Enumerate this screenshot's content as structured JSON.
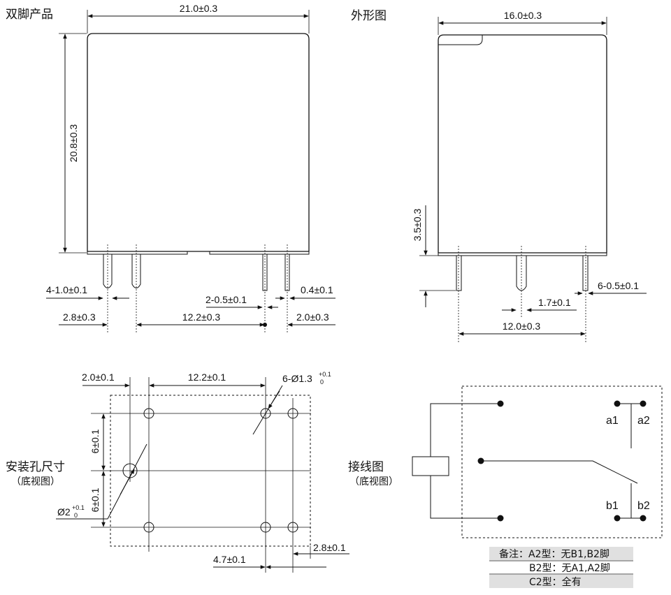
{
  "titles": {
    "dual_pin_product": "双脚产品",
    "outline": "外形图",
    "mounting_holes": "安装孔尺寸",
    "mounting_holes_sub": "（底视图）",
    "wiring": "接线图",
    "wiring_sub": "（底视图）"
  },
  "front_view": {
    "width": "21.0±0.3",
    "height": "20.8±0.3",
    "pin_width": "4-1.0±0.1",
    "pin_small": "2-0.5±0.1",
    "pin_thick": "0.4±0.1",
    "left_offset": "2.8±0.3",
    "pitch": "12.2±0.3",
    "right_offset": "2.0±0.3"
  },
  "side_view": {
    "width": "16.0±0.3",
    "pin_length": "3.5±0.3",
    "pin_small": "6-0.5±0.1",
    "pin_offset": "1.7±0.1",
    "pitch": "12.0±0.3"
  },
  "holes": {
    "top_left": "2.0±0.1",
    "top_pitch": "12.2±0.1",
    "hole_count": "6-Ø1.3",
    "hole_tol_plus": "+0.1",
    "hole_tol_zero": "0",
    "v_upper": "6±0.1",
    "v_lower": "6±0.1",
    "big_hole": "Ø2",
    "big_tol_plus": "+0.1",
    "big_tol_zero": "0",
    "bottom_right": "2.8±0.1",
    "bottom_pitch": "4.7±0.1"
  },
  "wiring_labels": {
    "a1": "a1",
    "a2": "a2",
    "b1": "b1",
    "b2": "b2"
  },
  "notes": {
    "line1": "备注：A2型：无B1,B2脚",
    "line2": "B2型：无A1,A2脚",
    "line3": "C2型：全有"
  }
}
